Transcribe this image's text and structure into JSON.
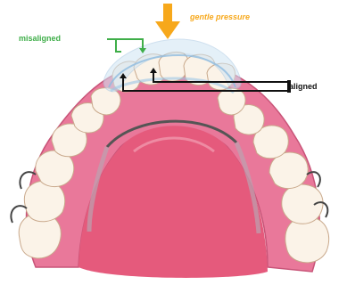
{
  "labels": {
    "misaligned": "misaligned",
    "gentle_pressure": "gentle pressure",
    "aligned": "aligned"
  },
  "colors": {
    "misaligned": "#3fae49",
    "gentle_pressure": "#f7a81b",
    "aligned": "#111111",
    "gum": "#e86a8a",
    "palate": "#e8577a",
    "tooth": "#fbf3e8",
    "tooth_shadow": "#e8d5bf",
    "aligner": "#bcd9ee",
    "wire": "#555555"
  }
}
